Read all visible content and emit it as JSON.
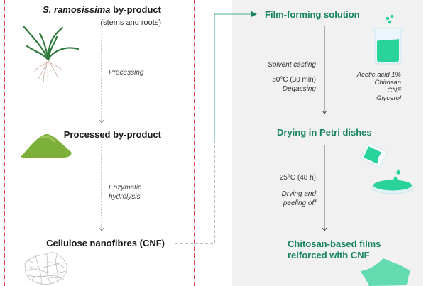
{
  "left": {
    "step1": {
      "species": "S. ramosissima",
      "title_rest": " by-product",
      "subtitle": "(stems and roots)"
    },
    "process1": "Processing",
    "step2": {
      "title": "Processed by-product"
    },
    "process2": [
      "Enzymatic",
      "hydrolysis"
    ],
    "step3": {
      "title": "Cellulose nanofibres (CNF)"
    }
  },
  "right": {
    "step1": {
      "title": "Film-forming solution"
    },
    "process1": {
      "method": "Solvent casting",
      "condition": "50°C (30 min)",
      "action": "Degassing"
    },
    "ingredients": [
      "Acetic acid 1%",
      "Chitosan",
      "CNF",
      "Glycerol"
    ],
    "step2": {
      "title": "Drying in Petri dishes"
    },
    "process2": {
      "condition": "25°C (48 h)",
      "action": [
        "Drying and",
        "peeling off"
      ]
    },
    "step3": {
      "title": [
        "Chitosan-based films",
        "reiforced with CNF"
      ]
    }
  },
  "colors": {
    "green_text": "#17845e",
    "accent_green": "#2ad39a",
    "film_green": "#62dbb1",
    "red_divider": "#e0434d",
    "panel_grey": "#f1f1f1"
  }
}
